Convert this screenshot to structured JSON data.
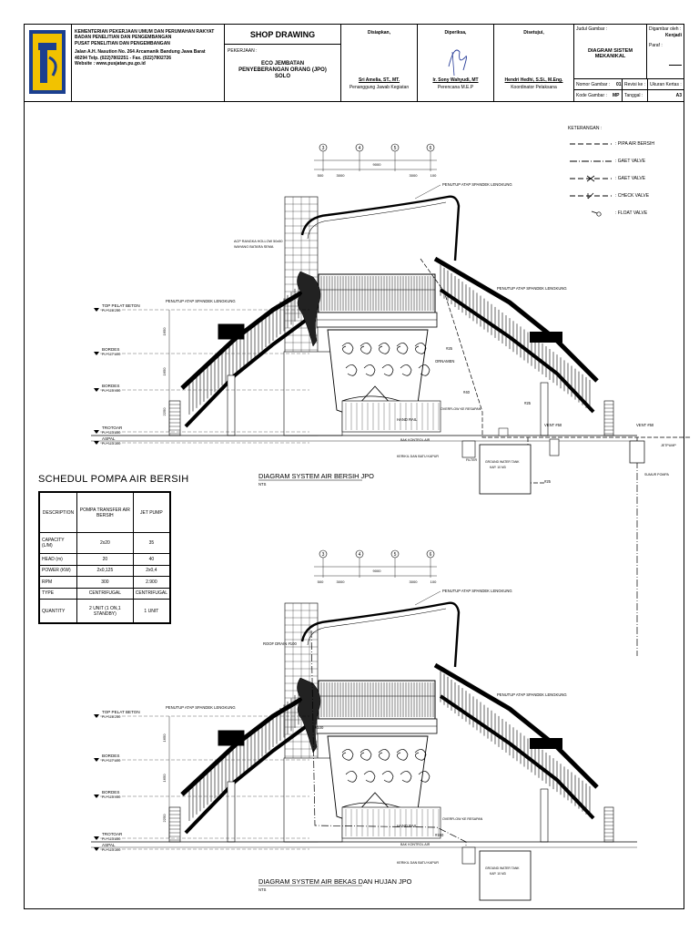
{
  "title_block": {
    "org_lines": [
      "KEMENTERIAN PEKERJAAN UMUM DAN PERUMAHAN RAKYAT",
      "BADAN PENELITIAN DAN PENGEMBANGAN",
      "PUSAT PENELITIAN DAN PENGEMBANGAN",
      "Jalan A.H. Nasution No. 264 Arcamanik Bandung Jawa Barat",
      "40294 Telp. (022)7802251 - Fax. (022)7802726",
      "Website : www.pusjatan.pu.go.id"
    ],
    "shop_drawing": "SHOP DRAWING",
    "pekerjaan_label": "PEKERJAAN :",
    "project_name": "ECO JEMBATAN PENYEBERANGAN ORANG (JPO) SOLO",
    "disiapkan_label": "Disiapkan,",
    "disiapkan_name": "Sri Amelia, ST., MT.",
    "disiapkan_role": "Penanggung Jawab Kegiatan",
    "diperiksa_label": "Diperiksa,",
    "diperiksa_name": "Ir. Sony Wahyudi, MT",
    "diperiksa_role": "Perencana M.E.P",
    "disetujui_label": "Disetujui,",
    "disetujui_name": "Hendri Hedhi, S.Si., M.Eng.",
    "disetujui_role": "Koordinator Pelaksana",
    "judul_label": "Judul Gambar :",
    "judul_value": "DIAGRAM SISTEM MEKANIKAL",
    "digambar_label": "Digambar oleh :",
    "digambar_value": "Kenjadi",
    "paraf_label": "Paraf :",
    "nomor_label": "Nomor Gambar :",
    "nomor_value": "01",
    "revisi_label": "Revisi ke :",
    "ukuran_label": "Ukuran Kertas :",
    "ukuran_value": "A3",
    "kode_label": "Kode Gambar :",
    "kode_value": "MP",
    "tanggal_label": "Tanggal :"
  },
  "legend": {
    "title": "KETERANGAN :",
    "items": [
      {
        "symbol": "dash",
        "label": ": PIPA AIR BERSIH"
      },
      {
        "symbol": "dashdot",
        "label": ": GAET VALVE"
      },
      {
        "symbol": "gate",
        "label": ": GAET VALVE"
      },
      {
        "symbol": "check",
        "label": ": CHECK VALVE"
      },
      {
        "symbol": "float",
        "label": ": FLOAT VALVE"
      }
    ]
  },
  "schedule": {
    "title": "SCHEDUL POMPA AIR BERSIH",
    "headers": [
      "DESCRIPTION",
      "POMPA TRANSFER AIR BERSIH",
      "JET PUMP"
    ],
    "rows": [
      [
        "CAPACITY (L/M)",
        "2x20",
        "35"
      ],
      [
        "HEAD (m)",
        "20",
        "40"
      ],
      [
        "POWER (KW)",
        "2x0,125",
        "2x0,4"
      ],
      [
        "RPM",
        "300",
        "2.900"
      ],
      [
        "TYPE",
        "CENTRIFUGAL",
        "CENTRIFUGAL"
      ],
      [
        "QUANTITY",
        "2 UNIT (1 ON,1 STANDBY)",
        "1 UNIT"
      ]
    ]
  },
  "diagram1": {
    "title": "DIAGRAM SYSTEM AIR BERSIH JPO",
    "scale": "NTS",
    "grid_labels": [
      "3",
      "4",
      "5",
      "6"
    ],
    "dims": [
      "500",
      "3000",
      "9000",
      "3000",
      "100"
    ],
    "level_labels": [
      {
        "name": "TOP PELAT BETON",
        "elev": "PL+116.250"
      },
      {
        "name": "BORDES",
        "elev": "PL+117.600"
      },
      {
        "name": "BORDES",
        "elev": "PL+115.950"
      },
      {
        "name": "TROTOAR",
        "elev": "PL+113.850"
      },
      {
        "name": "ASPAL",
        "elev": "PL+113.300"
      }
    ],
    "vertical_dims": [
      "1650",
      "1650",
      "2250"
    ],
    "notes": {
      "roof_top": "PENUTUP ATAP SPANDEK LENGKUNG",
      "roof_left": "PENUTUP ATAP SPANDEK LENGKUNG",
      "roof_right": "PENUTUP ATAP SPANDEK LENGKUNG",
      "acp": "ACP RANGKA HOLLOW 50x50",
      "batara": "WAYANG BATARA SEMA",
      "ornamen": "ORNAMEN",
      "handrail": "HAND RAIL",
      "pipe25a": "#25",
      "pipe25b": "#25",
      "pipe25c": "#25",
      "pipe40": "#40",
      "pipe50": "#50",
      "vent50a": "VENT #50",
      "vent50b": "VENT #50",
      "overflow": "OVERFLOW KE RESAPAN",
      "ground_tank": "GROUND WATER TANK KAP. 10 M3",
      "jet_pump": "JETPUMP",
      "sumur": "SUMUR POMPA",
      "kerikil": "KERIKIL DAN BATU KAPUR",
      "filter": "FILTER",
      "bak": "BAK KONTROL AIR"
    }
  },
  "diagram2": {
    "title": "DIAGRAM SYSTEM AIR BEKAS DAN HUJAN JPO",
    "scale": "NTS",
    "grid_labels": [
      "3",
      "4",
      "5",
      "6"
    ],
    "dims": [
      "500",
      "3000",
      "9000",
      "3000",
      "100"
    ],
    "level_labels": [
      {
        "name": "TOP PELAT BETON",
        "elev": "PL+116.250"
      },
      {
        "name": "BORDES",
        "elev": "PL+117.600"
      },
      {
        "name": "BORDES",
        "elev": "PL+115.950"
      },
      {
        "name": "TROTOAR",
        "elev": "PL+113.850"
      },
      {
        "name": "ASPAL",
        "elev": "PL+113.300"
      }
    ],
    "vertical_dims": [
      "1650",
      "1650",
      "2250"
    ],
    "notes": {
      "roof_top": "PENUTUP ATAP SPANDEK LENGKUNG",
      "roof_left": "PENUTUP ATAP SPANDEK LENGKUNG",
      "roof_right": "PENUTUP ATAP SPANDEK LENGKUNG",
      "roof_drain": "ROOF DRAIN #100",
      "pipe100": "#100",
      "pipe150": "#150",
      "handrail": "HAND RAIL",
      "overflow": "OVERFLOW KE RESAPAN",
      "ground_tank": "GROUND WATER TANK KAP. 10 M3",
      "kerikil": "KERIKIL DAN BATU KAPUR",
      "bak": "BAK KONTROL AIR"
    }
  }
}
